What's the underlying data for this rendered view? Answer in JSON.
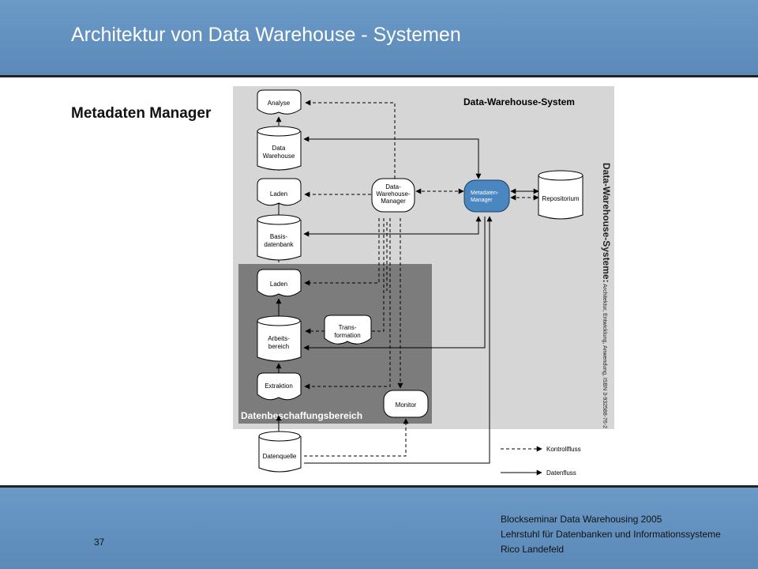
{
  "slide": {
    "title": "Architektur von Data Warehouse - Systemen",
    "subtitle": "Metadaten Manager",
    "page_number": "37",
    "footer_lines": [
      "Blockseminar Data Warehousing 2005",
      "Lehrstuhl für Datenbanken und Informationssysteme",
      "Rico Landefeld"
    ]
  },
  "diagram": {
    "system_label": "Data-Warehouse-System",
    "area_label": "Datenbeschaffungsbereich",
    "book_label_main": "Data-Warehouse-Systeme:",
    "book_label_rest": " Architektur, Entwicklung, Anwendung, ISBN 3-932588-76-2",
    "nodes": {
      "analyse": "Analyse",
      "data_warehouse": [
        "Data",
        "Warehouse"
      ],
      "laden_top": "Laden",
      "basisdatenbank": [
        "Basis-",
        "datenbank"
      ],
      "laden_bottom": "Laden",
      "arbeitsbereich": [
        "Arbeits-",
        "bereich"
      ],
      "extraktion": "Extraktion",
      "transformation": [
        "Trans-",
        "formation"
      ],
      "dw_manager": [
        "Data-",
        "Warehouse-",
        "Manager"
      ],
      "metadaten_manager": [
        "Metadaten-",
        "Manager"
      ],
      "repositorium": "Repositorium",
      "monitor": "Monitor",
      "datenquelle": "Datenquelle"
    },
    "legend": {
      "control": "Kontrollfluss",
      "data": "Datenfluss"
    },
    "colors": {
      "system_bg": "#d6d6d6",
      "area_bg": "#7c7c7c",
      "metadata_node": "#4a86c0"
    }
  }
}
